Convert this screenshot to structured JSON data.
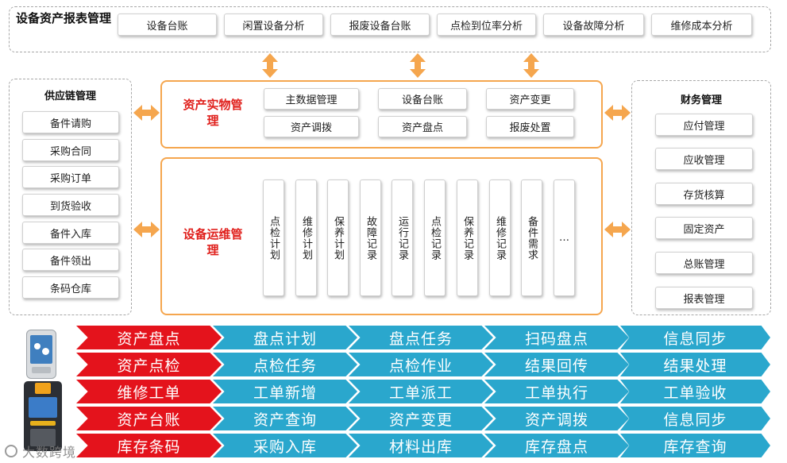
{
  "top": {
    "title": "设备资产报表管理",
    "items": [
      "设备台账",
      "闲置设备分析",
      "报废设备台账",
      "点检到位率分析",
      "设备故障分析",
      "维修成本分析"
    ]
  },
  "supply": {
    "title": "供应链管理",
    "items": [
      "备件请购",
      "采购合同",
      "采购订单",
      "到货验收",
      "备件入库",
      "备件领出",
      "条码仓库"
    ]
  },
  "asset": {
    "title": "资产实物管理",
    "row1": [
      "主数据管理",
      "设备台账",
      "资产变更"
    ],
    "row2": [
      "资产调拨",
      "资产盘点",
      "报废处置"
    ]
  },
  "ops": {
    "title": "设备运维管理",
    "columns": [
      "点检计划",
      "维修计划",
      "保养计划",
      "故障记录",
      "运行记录",
      "点检记录",
      "保养记录",
      "维修记录",
      "备件需求",
      "…"
    ]
  },
  "finance": {
    "title": "财务管理",
    "items": [
      "应付管理",
      "应收管理",
      "存货核算",
      "固定资产",
      "总账管理",
      "报表管理"
    ]
  },
  "flows": [
    {
      "head": "资产盘点",
      "steps": [
        "盘点计划",
        "盘点任务",
        "扫码盘点",
        "信息同步"
      ]
    },
    {
      "head": "资产点检",
      "steps": [
        "点检任务",
        "点检作业",
        "结果回传",
        "结果处理"
      ]
    },
    {
      "head": "维修工单",
      "steps": [
        "工单新增",
        "工单派工",
        "工单执行",
        "工单验收"
      ]
    },
    {
      "head": "资产台账",
      "steps": [
        "资产查询",
        "资产变更",
        "资产调拨",
        "信息同步"
      ]
    },
    {
      "head": "库存条码",
      "steps": [
        "采购入库",
        "材料出库",
        "库存盘点",
        "库存查询"
      ]
    }
  ],
  "watermark": "大数跨境",
  "colors": {
    "red": "#e4131c",
    "blue": "#2aa7cd",
    "orange": "#f5a64e",
    "title_red": "#e0201c"
  }
}
